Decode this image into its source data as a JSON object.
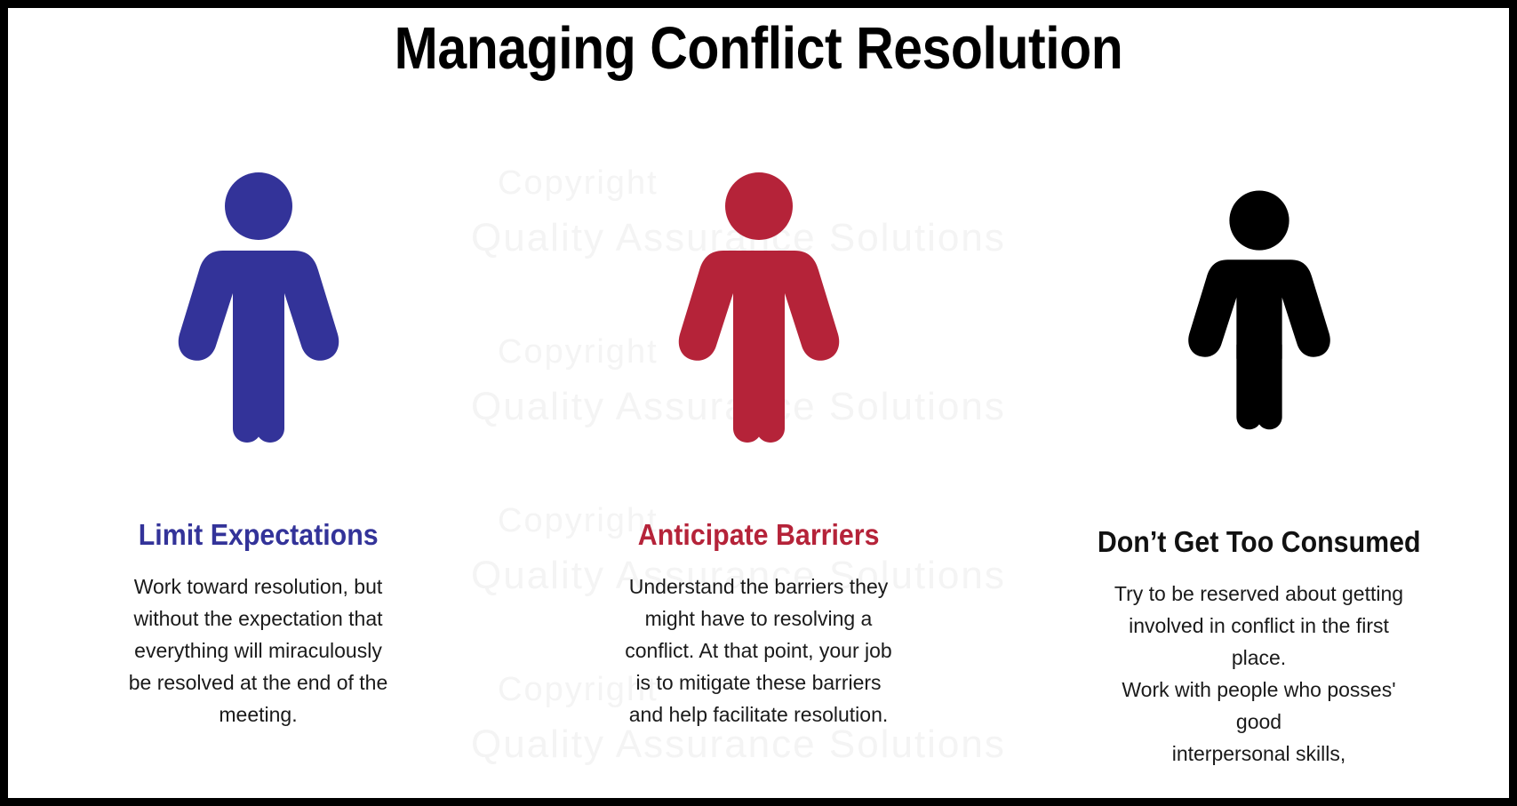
{
  "slide": {
    "title": "Managing Conflict Resolution",
    "border_color": "#000000",
    "background_color": "#ffffff"
  },
  "watermark": {
    "line1": "Copyright",
    "line2": "Quality Assurance Solutions",
    "color": "#f4f4f4"
  },
  "columns": [
    {
      "figure_name": "person-figure-blue",
      "figure_color": "#333399",
      "heading": "Limit Expectations",
      "body_lines": [
        "Work toward resolution, but",
        "without the expectation that",
        "everything will miraculously",
        "be resolved at the end of the",
        "meeting."
      ]
    },
    {
      "figure_name": "person-figure-red",
      "figure_color": "#B52339",
      "heading": "Anticipate Barriers",
      "body_lines": [
        "Understand the barriers they",
        "might have to resolving a",
        "conflict. At that point, your job",
        "is to mitigate these barriers",
        "and help facilitate resolution."
      ]
    },
    {
      "figure_name": "person-figure-black",
      "figure_color": "#000000",
      "heading": "Don’t Get Too Consumed",
      "body_lines": [
        "Try to be reserved about getting",
        "involved in conflict in the first place.",
        "Work with people who posses' good",
        "interpersonal skills,"
      ]
    }
  ]
}
